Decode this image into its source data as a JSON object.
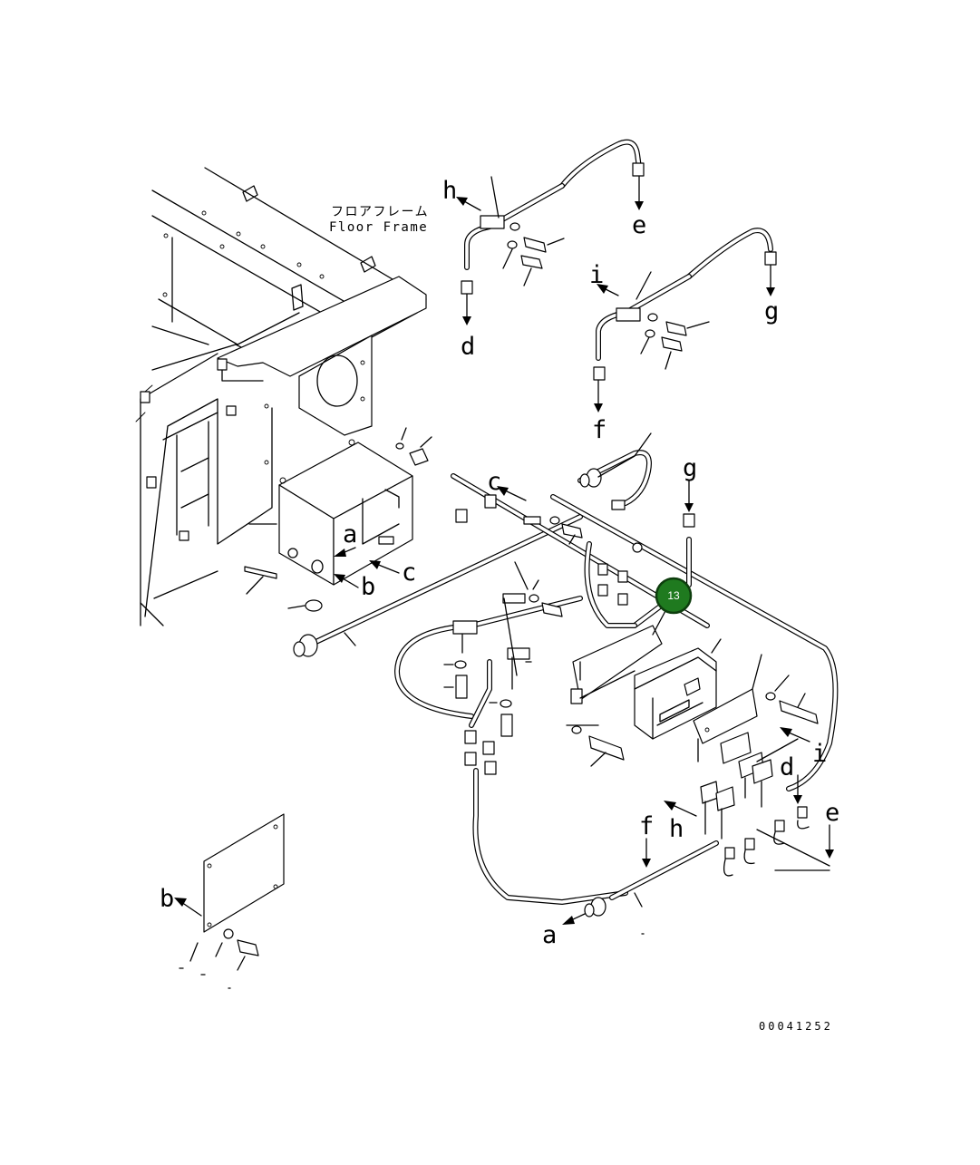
{
  "caption": {
    "japanese": "フロアフレーム",
    "english": "Floor Frame"
  },
  "callout": {
    "number": "13",
    "color": "#1f7a1f"
  },
  "drawing_code": "00041252",
  "labels": {
    "a": "a",
    "b": "b",
    "c": "c",
    "d": "d",
    "e": "e",
    "f": "f",
    "g": "g",
    "h": "h",
    "i": "i"
  }
}
